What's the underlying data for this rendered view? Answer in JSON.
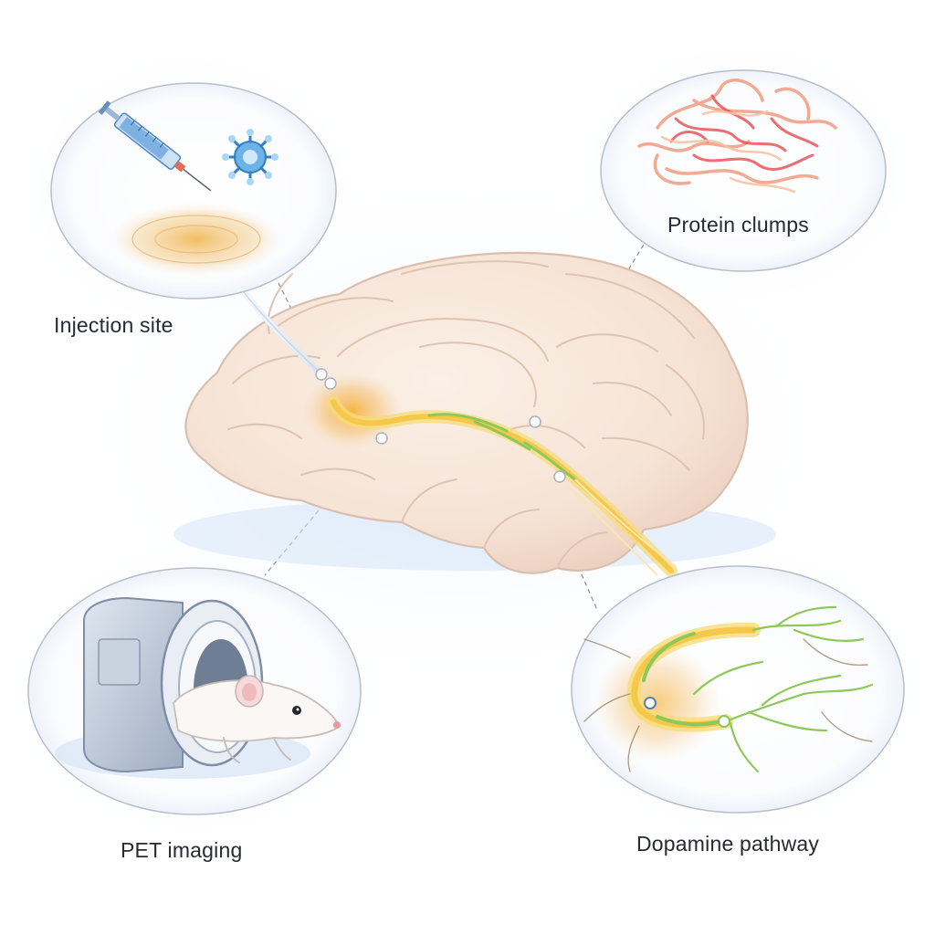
{
  "callouts": {
    "injection_site": {
      "label": "Injection site"
    },
    "protein_clumps": {
      "label": "Protein clumps"
    },
    "pet_imaging": {
      "label": "PET imaging"
    },
    "dopamine_pathway": {
      "label": "Dopamine pathway"
    }
  },
  "palette": {
    "brain_fill": "#f8e8dc",
    "brain_shadow": "#e9cdbd",
    "brain_outline": "#dcc0ae",
    "pathway_yellow": "#f5c84a",
    "pathway_green": "#8cc85a",
    "injection_glow": "#f2a640",
    "protein_red": "#ef6f6a",
    "syringe_blue": "#4c86c9",
    "virus_blue": "#5aa6e0",
    "scanner_gray": "#b9c3d2",
    "background_halo": "#e8f1fb"
  }
}
